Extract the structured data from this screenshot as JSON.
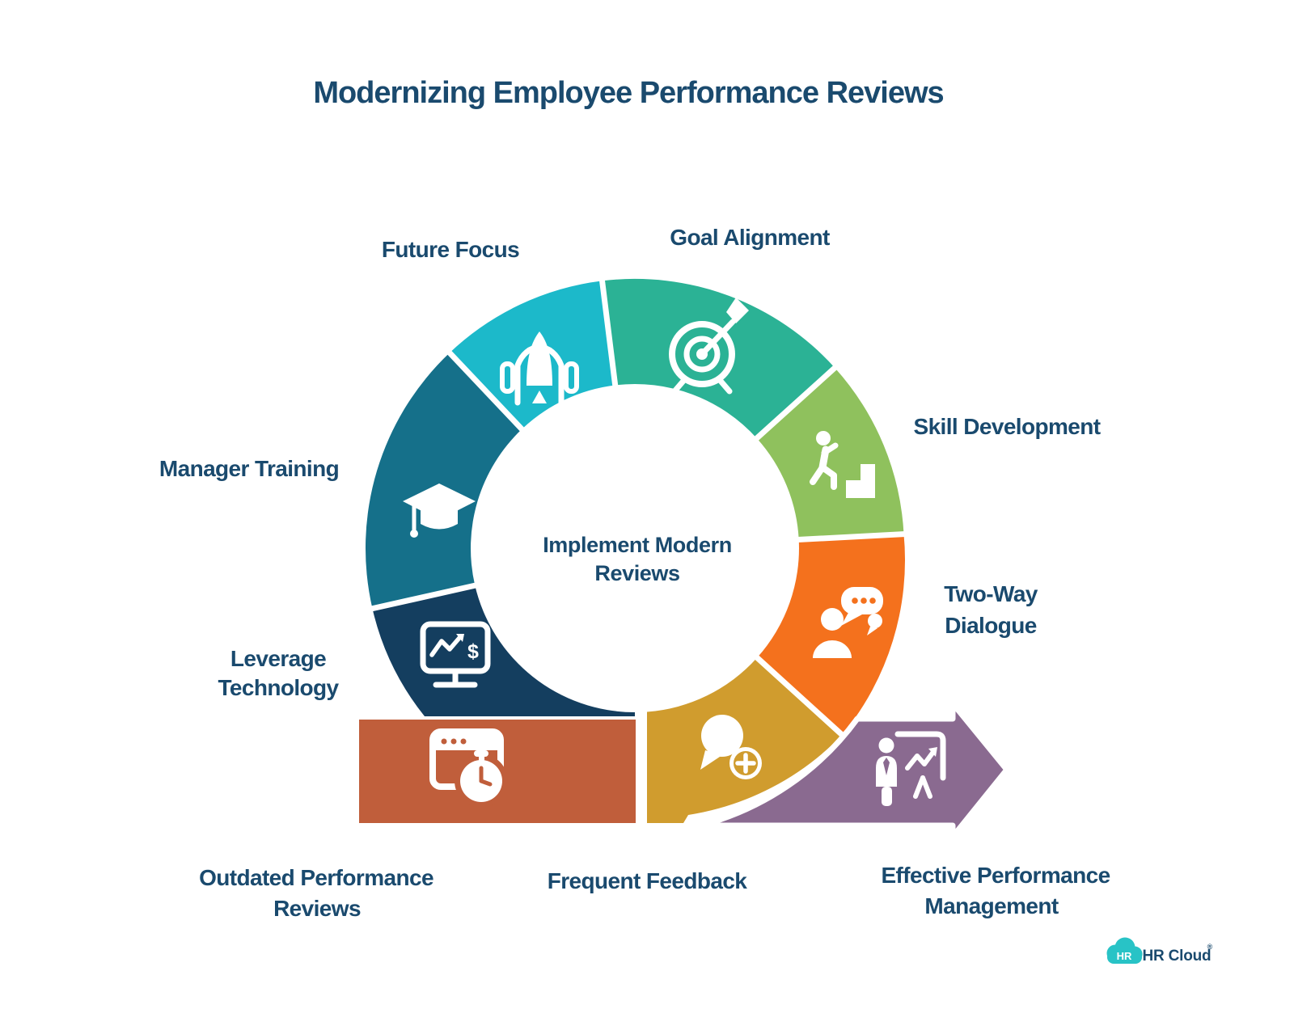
{
  "title": "Modernizing Employee Performance Reviews",
  "center_label": {
    "line1": "Implement Modern",
    "line2": "Reviews"
  },
  "colors": {
    "text": "#1A4A6E",
    "background": "#FFFFFF",
    "future_focus": "#1CB9CA",
    "goal_alignment": "#2BB295",
    "skill_development": "#8FC15D",
    "two_way_dialogue": "#F4711D",
    "frequent_feedback": "#D09C2E",
    "effective_performance": "#8A6A90",
    "outdated_reviews": "#C05E3B",
    "leverage_technology": "#143E5F",
    "manager_training": "#15708A",
    "logo_teal": "#28C3C6",
    "icon_white": "#FFFFFF"
  },
  "segments": {
    "future_focus": {
      "label": "Future Focus"
    },
    "goal_alignment": {
      "label": "Goal Alignment"
    },
    "skill_development": {
      "label": "Skill Development"
    },
    "two_way_dialogue": {
      "line1": "Two-Way",
      "line2": "Dialogue"
    },
    "frequent_feedback": {
      "label": "Frequent Feedback"
    },
    "effective_performance": {
      "line1": "Effective Performance",
      "line2": "Management"
    },
    "outdated_reviews": {
      "line1": "Outdated Performance",
      "line2": "Reviews"
    },
    "leverage_technology": {
      "line1": "Leverage",
      "line2": "Technology"
    },
    "manager_training": {
      "label": "Manager Training"
    }
  },
  "icons": {
    "future_focus": "rocket-icon",
    "goal_alignment": "target-arrow-icon",
    "skill_development": "person-climbing-stairs-icon",
    "two_way_dialogue": "person-speech-bubble-icon",
    "frequent_feedback": "chat-plus-icon",
    "effective_performance": "presenter-chart-icon",
    "outdated_reviews": "browser-stopwatch-icon",
    "leverage_technology": "monitor-chart-icon",
    "manager_training": "graduation-cap-icon",
    "dollar_glyph": "$"
  },
  "logo": {
    "badge": "HR",
    "name": "HR Cloud",
    "mark": "®"
  }
}
